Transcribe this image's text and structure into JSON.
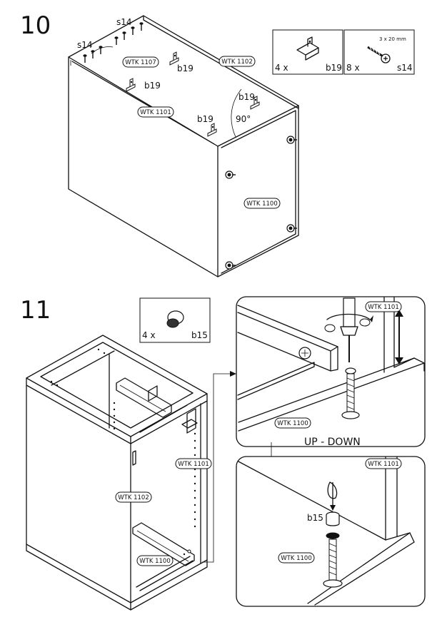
{
  "steps": [
    {
      "number": "10",
      "parts": [
        {
          "qty": "4 x",
          "code": "b19"
        },
        {
          "qty": "8 x",
          "code": "s14",
          "size": "3 x 20 mm"
        }
      ],
      "labels": {
        "wtk1107": "WTK 1107",
        "wtk1102": "WTK 1102",
        "wtk1101": "WTK 1101",
        "wtk1100": "WTK 1100",
        "s14_left": "s14",
        "s14_top": "s14",
        "b19_a": "b19",
        "b19_b": "b19",
        "b19_c": "b19",
        "b19_d": "b19",
        "angle": "90°"
      }
    },
    {
      "number": "11",
      "parts": [
        {
          "qty": "4 x",
          "code": "b15"
        }
      ],
      "labels": {
        "wtk1101": "WTK 1101",
        "wtk1102": "WTK 1102",
        "wtk1100": "WTK 1100"
      },
      "detail_top": {
        "wtk1101": "WTK 1101",
        "wtk1100": "WTK 1100",
        "caption": "UP - DOWN"
      },
      "detail_bottom": {
        "wtk1101": "WTK 1101",
        "wtk1100": "WTK 1100",
        "b15": "b15"
      }
    }
  ]
}
